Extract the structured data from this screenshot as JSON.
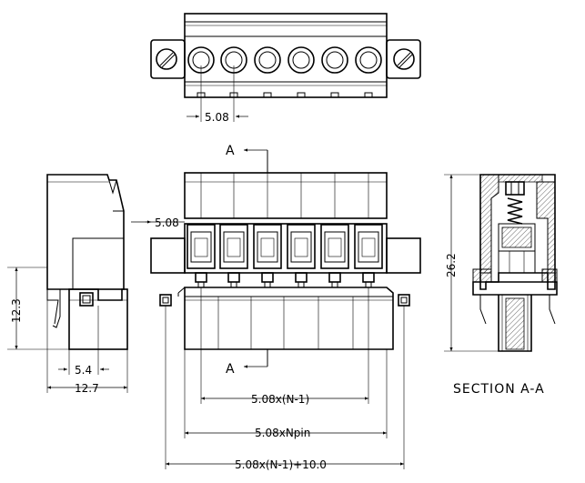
{
  "labels": {
    "top_pitch": "5.08",
    "front_pitch": "5.08",
    "section_top": "A",
    "section_bottom": "A",
    "side_height": "12.3",
    "side_width_a": "5.4",
    "side_width_b": "12.7",
    "section_height": "26.2",
    "section_title": "SECTION A-A",
    "dim_n_minus_1": "5.08x(N-1)",
    "dim_npin": "5.08xNpin",
    "dim_total": "5.08x(N-1)+10.0"
  }
}
